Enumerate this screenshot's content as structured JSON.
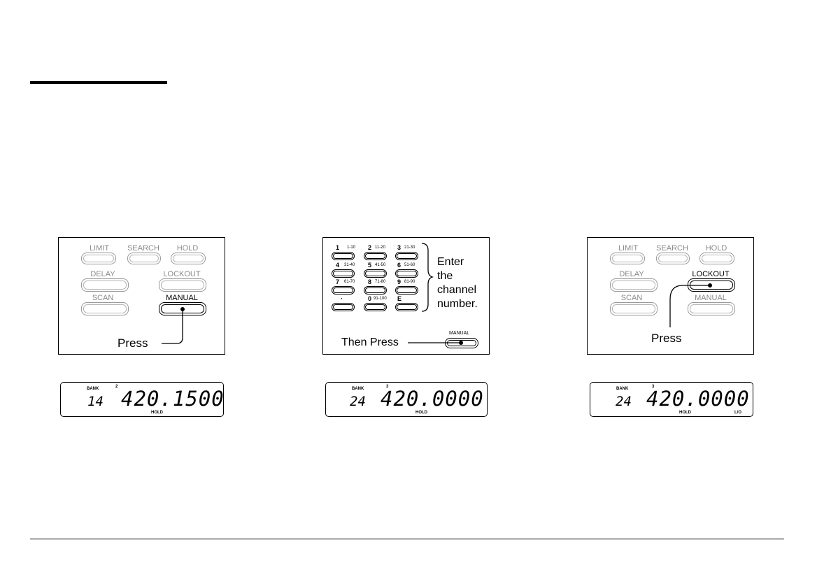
{
  "panel1": {
    "buttons": {
      "limit": "LIMIT",
      "search": "SEARCH",
      "hold": "HOLD",
      "delay": "DELAY",
      "lockout": "LOCKOUT",
      "scan": "SCAN",
      "manual": "MANUAL"
    },
    "callout": "Press"
  },
  "panel2": {
    "keys": [
      {
        "num": "1",
        "range": "1-10"
      },
      {
        "num": "2",
        "range": "11-20"
      },
      {
        "num": "3",
        "range": "21-30"
      },
      {
        "num": "4",
        "range": "31-40"
      },
      {
        "num": "5",
        "range": "41-50"
      },
      {
        "num": "6",
        "range": "51-60"
      },
      {
        "num": "7",
        "range": "61-70"
      },
      {
        "num": "8",
        "range": "71-80"
      },
      {
        "num": "9",
        "range": "81-90"
      },
      {
        "num": "·",
        "range": ""
      },
      {
        "num": "0",
        "range": "91-100"
      },
      {
        "num": "E",
        "range": ""
      }
    ],
    "instruction": [
      "Enter",
      "the",
      "channel",
      "number."
    ],
    "then_press": "Then Press",
    "manual_label": "MANUAL"
  },
  "panel3": {
    "buttons": {
      "limit": "LIMIT",
      "search": "SEARCH",
      "hold": "HOLD",
      "delay": "DELAY",
      "lockout": "LOCKOUT",
      "scan": "SCAN",
      "manual": "MANUAL"
    },
    "callout": "Press"
  },
  "displays": [
    {
      "bank_label": "BANK",
      "bank_num": "2",
      "channel": "14",
      "frequency": "420.1500",
      "status": "HOLD",
      "lockout": ""
    },
    {
      "bank_label": "BANK",
      "bank_num": "3",
      "channel": "24",
      "frequency": "420.0000",
      "status": "HOLD",
      "lockout": ""
    },
    {
      "bank_label": "BANK",
      "bank_num": "3",
      "channel": "24",
      "frequency": "420.0000",
      "status": "HOLD",
      "lockout": "L/O"
    }
  ]
}
